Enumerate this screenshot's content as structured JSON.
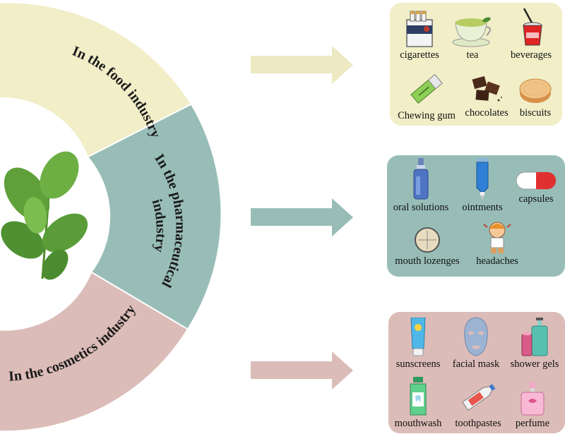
{
  "sectors": [
    {
      "label": "In the food industry",
      "color": "#f1eec8"
    },
    {
      "label_line1": "In the pharmaceutical",
      "label_line2": "industry",
      "color": "#98bdb7"
    },
    {
      "label": "In the cosmetics industry",
      "color": "#dcbcb8"
    }
  ],
  "panels": {
    "food": {
      "color": "#f1eec8",
      "items": [
        "cigarettes",
        "tea",
        "beverages",
        "Chewing gum",
        "chocolates",
        "biscuits"
      ]
    },
    "pharma": {
      "color": "#98bdb7",
      "items": [
        "oral solutions",
        "ointments",
        "capsules",
        "mouth lozenges",
        "headaches"
      ]
    },
    "cosmetics": {
      "color": "#dcbcb8",
      "items": [
        "sunscreens",
        "facial mask",
        "shower gels",
        "mouthwash",
        "toothpastes",
        "perfume"
      ]
    }
  },
  "icons": [
    "cigarette-pack-icon",
    "tea-cup-icon",
    "drink-cup-icon",
    "chewing-gum-icon",
    "chocolate-icon",
    "biscuit-icon",
    "oral-solution-vial-icon",
    "ointment-tube-icon",
    "capsule-icon",
    "lozenge-icon",
    "headache-child-icon",
    "sunscreen-tube-icon",
    "facial-mask-icon",
    "shower-gel-icon",
    "mouthwash-bottle-icon",
    "toothpaste-icon",
    "perfume-bottle-icon",
    "mint-leaves-icon"
  ],
  "arrow_colors": {
    "food": "#ece9c3",
    "pharma": "#98bdb7",
    "cosmetics": "#dcbcb8"
  }
}
